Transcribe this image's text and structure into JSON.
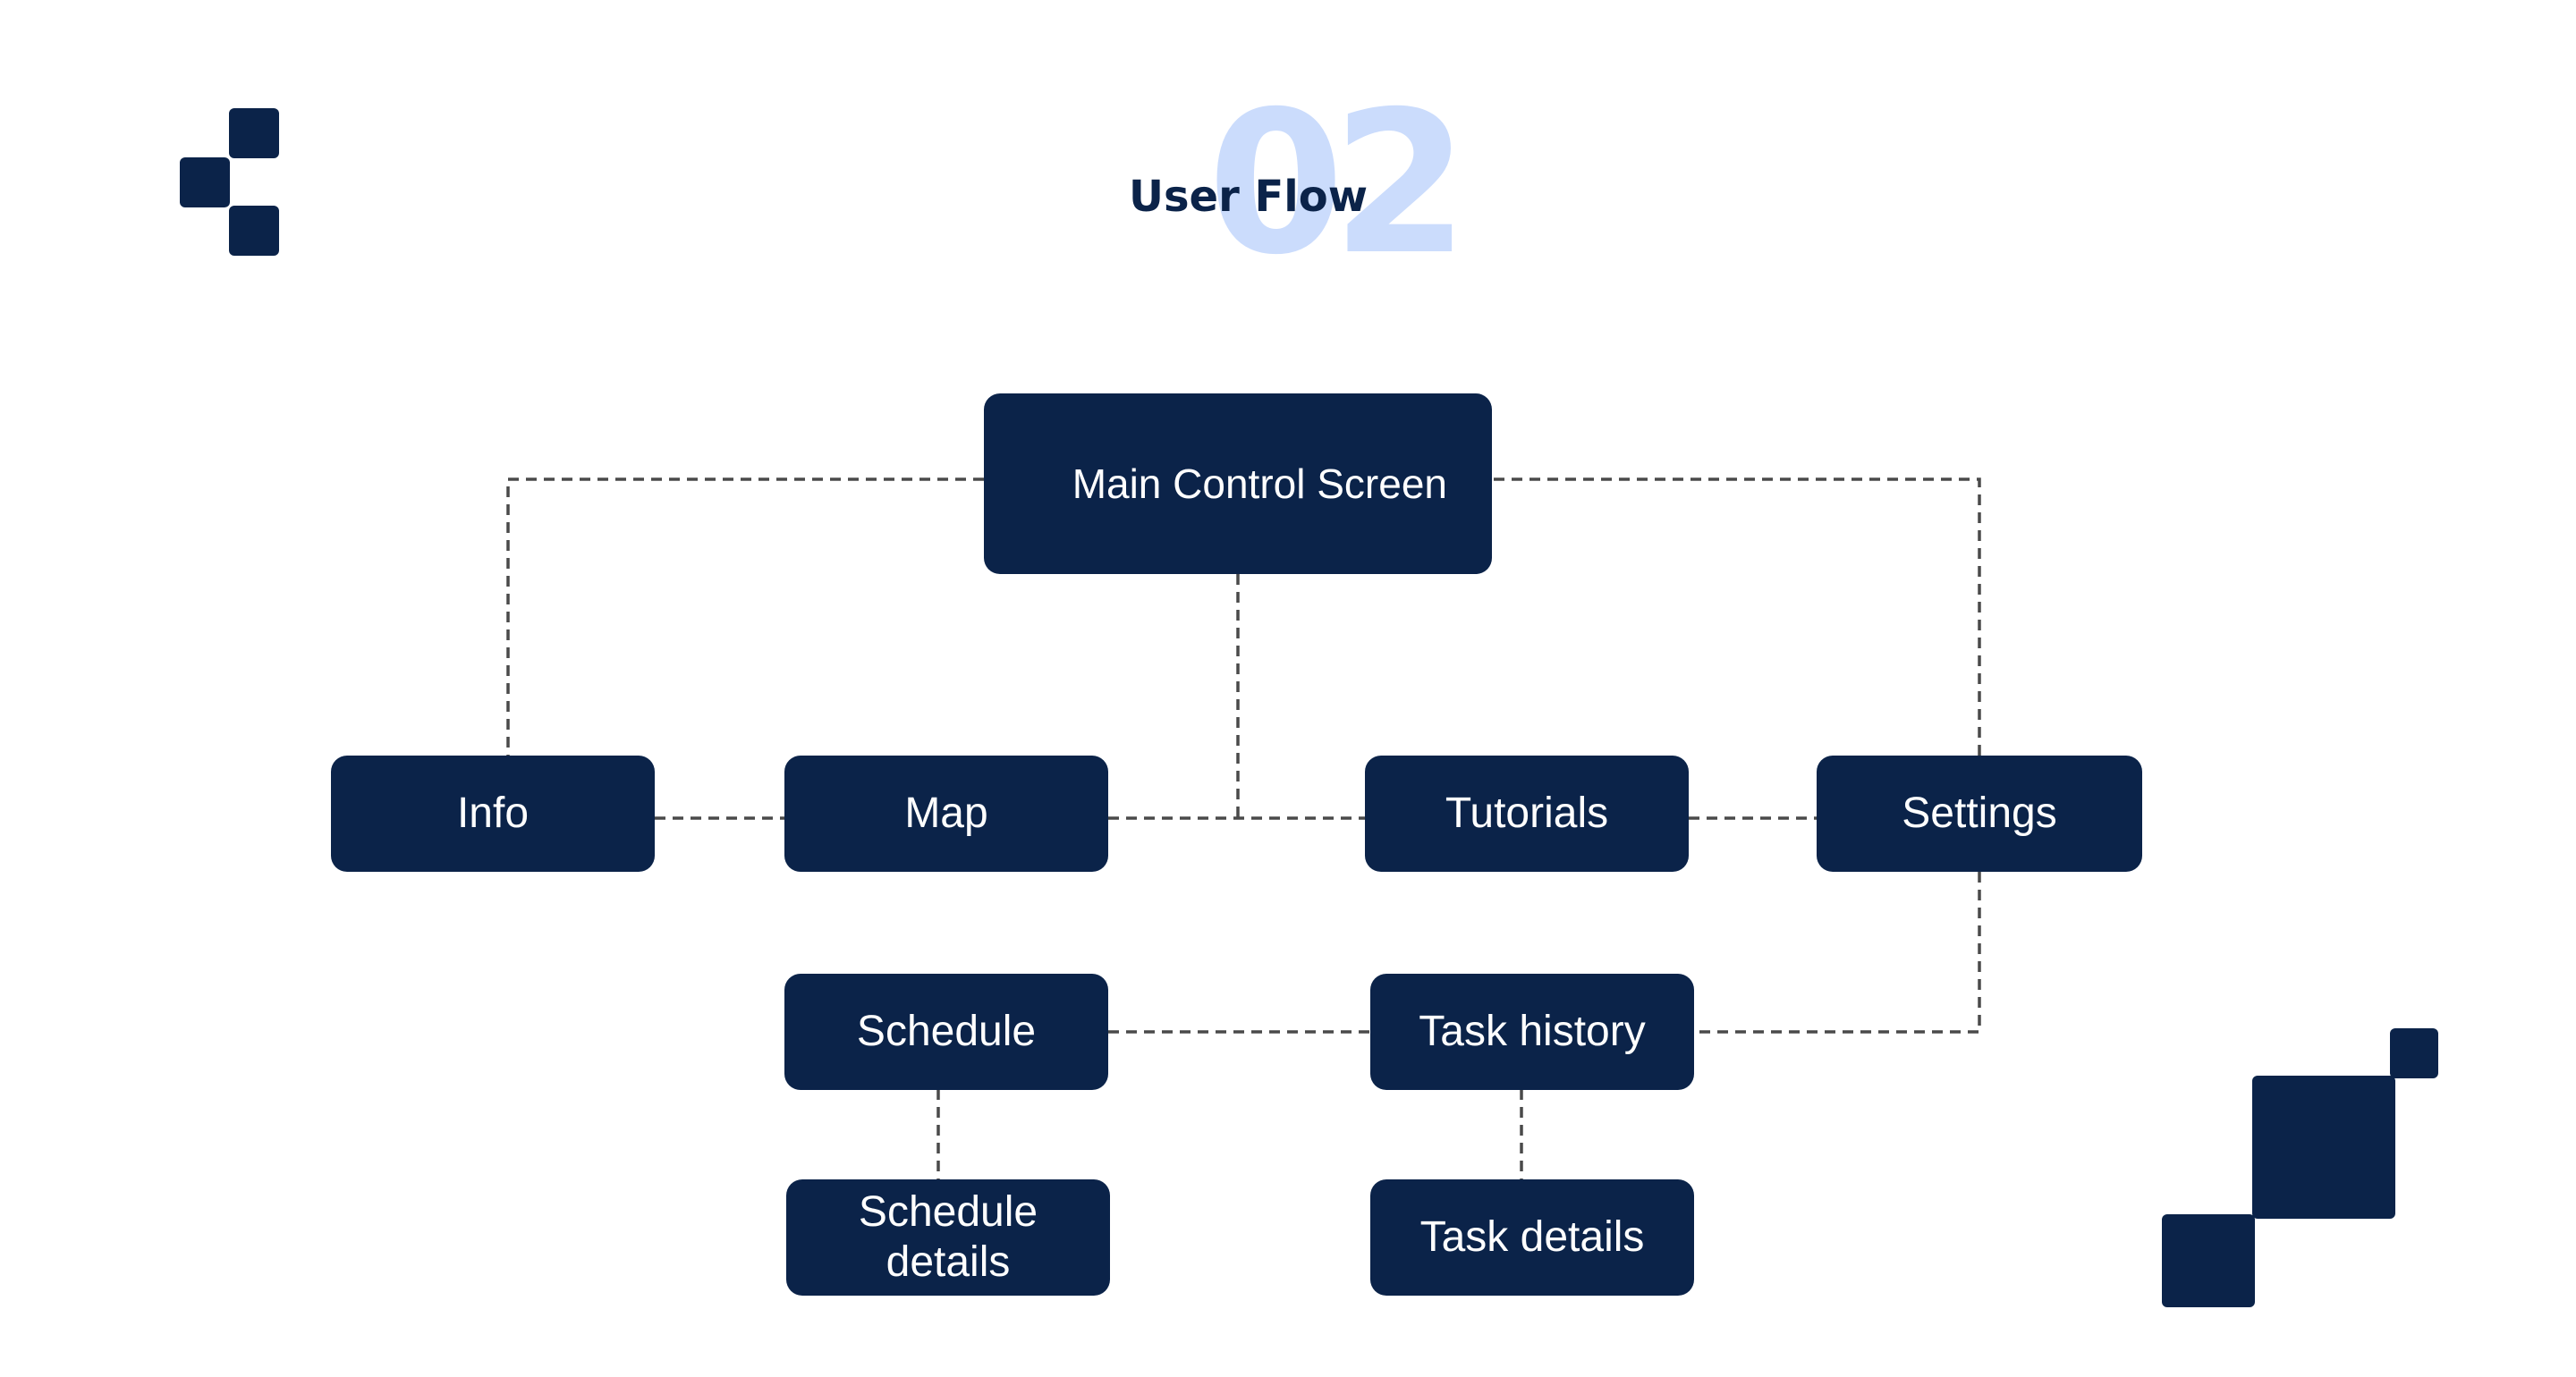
{
  "header": {
    "number": "02",
    "title": "User Flow"
  },
  "colors": {
    "node_fill": "#0b2349",
    "node_text": "#ffffff",
    "number_tint": "#cbdcfc",
    "connector": "#4a4a4a"
  },
  "nodes": {
    "main": "Main Control Screen",
    "info": "Info",
    "map": "Map",
    "tutorials": "Tutorials",
    "settings": "Settings",
    "schedule": "Schedule",
    "task_history": "Task history",
    "schedule_details": "Schedule details",
    "task_details": "Task details"
  }
}
